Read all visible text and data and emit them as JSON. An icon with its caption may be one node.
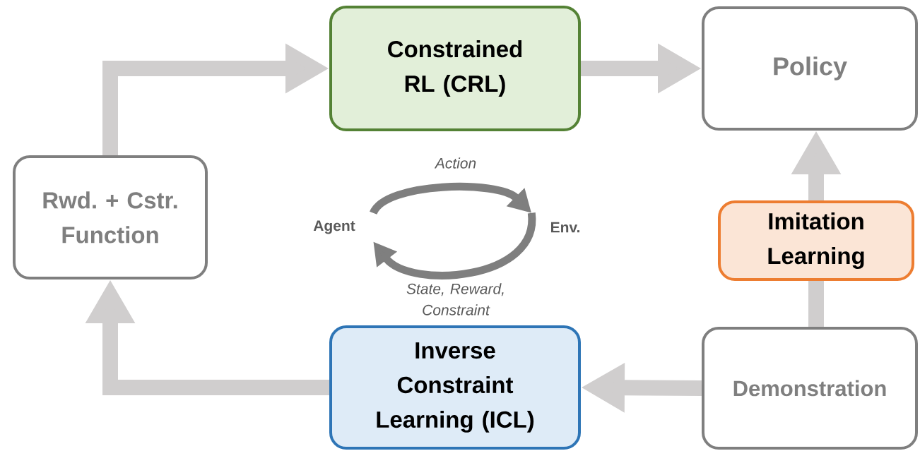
{
  "diagram": {
    "nodes": [
      {
        "text": [
          "Constrained RL (CRL)"
        ]
      },
      {
        "text": [
          "Policy"
        ]
      },
      {
        "text": [
          "Rwd. + Cstr. Function"
        ]
      },
      {
        "text": [
          "Agent"
        ]
      },
      {
        "text": [
          "Env."
        ]
      },
      {
        "text": [
          "Imitation Learning"
        ]
      },
      {
        "text": [
          "Inverse Constraint Learning (ICL)"
        ]
      },
      {
        "text": [
          "Demonstration"
        ]
      }
    ],
    "edges": [
      {
        "from": 2,
        "to": 0,
        "arrow": "to"
      },
      {
        "from": 0,
        "to": 1,
        "arrow": "to"
      },
      {
        "from": 6,
        "to": 2,
        "arrow": "to"
      },
      {
        "from": 7,
        "to": 6,
        "arrow": "to"
      },
      {
        "from": 7,
        "to": 5,
        "arrow": "none"
      },
      {
        "from": 5,
        "to": 1,
        "arrow": "to"
      },
      {
        "from": 3,
        "to": 4,
        "arrow": "to",
        "label": "Action",
        "color": "#7f7f7f"
      },
      {
        "from": 4,
        "to": 3,
        "arrow": "to",
        "label": "State, Reward, Constraint",
        "color": "#7f7f7f"
      }
    ]
  }
}
